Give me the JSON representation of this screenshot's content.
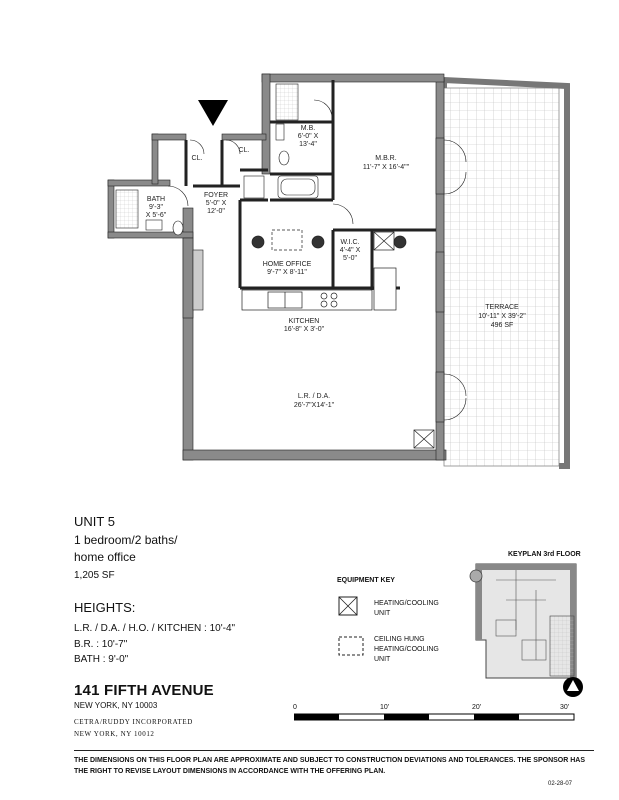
{
  "rooms": {
    "foyer": {
      "name": "FOYER",
      "dim1": "5'-0\" X",
      "dim2": "12'-0\""
    },
    "bath": {
      "name": "BATH",
      "dim1": "9'-3\"",
      "dim2": "X 5'-6\""
    },
    "mb": {
      "name": "M.B.",
      "dim1": "6'-0\" X",
      "dim2": "13'-4\""
    },
    "mbr": {
      "name": "M.B.R.",
      "dim1": "11'-7\" X 16'-4\"\""
    },
    "cl1": {
      "name": "CL."
    },
    "cl2": {
      "name": "CL."
    },
    "wic": {
      "name": "W.I.C.",
      "dim1": "4'-4\" X",
      "dim2": "5'-0\""
    },
    "office": {
      "name": "HOME OFFICE",
      "dim1": "9'-7\" X 8'-11\""
    },
    "kitchen": {
      "name": "KITCHEN",
      "dim1": "16'-8\" X 3'-0\""
    },
    "terrace": {
      "name": "TERRACE",
      "dim1": "10'-11\" X 39'-2\"",
      "dim2": "496 SF"
    },
    "lrda": {
      "name": "L.R. / D.A.",
      "dim1": "26'-7\"X14'-1\""
    }
  },
  "unit": {
    "title": "UNIT 5",
    "line1": "1 bedroom/2 baths/",
    "line2": "home office",
    "sf": "1,205 SF"
  },
  "heights": {
    "title": "HEIGHTS:",
    "row1": "L.R. / D.A. / H.O. / KITCHEN : 10'-4\"",
    "row2": "B.R. : 10'-7\"",
    "row3": "BATH : 9'-0\""
  },
  "address": {
    "name": "141 FIFTH AVENUE",
    "city": "NEW YORK, NY 10003"
  },
  "architect": {
    "name": "CETRA/RUDDY INCORPORATED",
    "city": "NEW YORK, NY 10012"
  },
  "equipment_key": {
    "title": "EQUIPMENT KEY",
    "item1": "HEATING/COOLING",
    "item1b": "UNIT",
    "item2": "CEILING HUNG",
    "item2b": "HEATING/COOLING",
    "item2c": "UNIT"
  },
  "keyplan": {
    "title": "KEYPLAN 3rd FLOOR"
  },
  "scale": {
    "t0": "0",
    "t1": "10'",
    "t2": "20'",
    "t3": "30'"
  },
  "disclaimer": {
    "line1": "THE DIMENSIONS ON THIS FLOOR PLAN ARE APPROXIMATE AND SUBJECT TO CONSTRUCTION DEVIATIONS AND TOLERANCES. THE SPONSOR HAS",
    "line2": "THE RIGHT TO REVISE LAYOUT DIMENSIONS IN ACCORDANCE WITH THE OFFERING PLAN."
  },
  "date": "02-28-07",
  "colors": {
    "wall": "#8a8a8a",
    "line": "#222222",
    "grid": "#bbbbbb"
  }
}
